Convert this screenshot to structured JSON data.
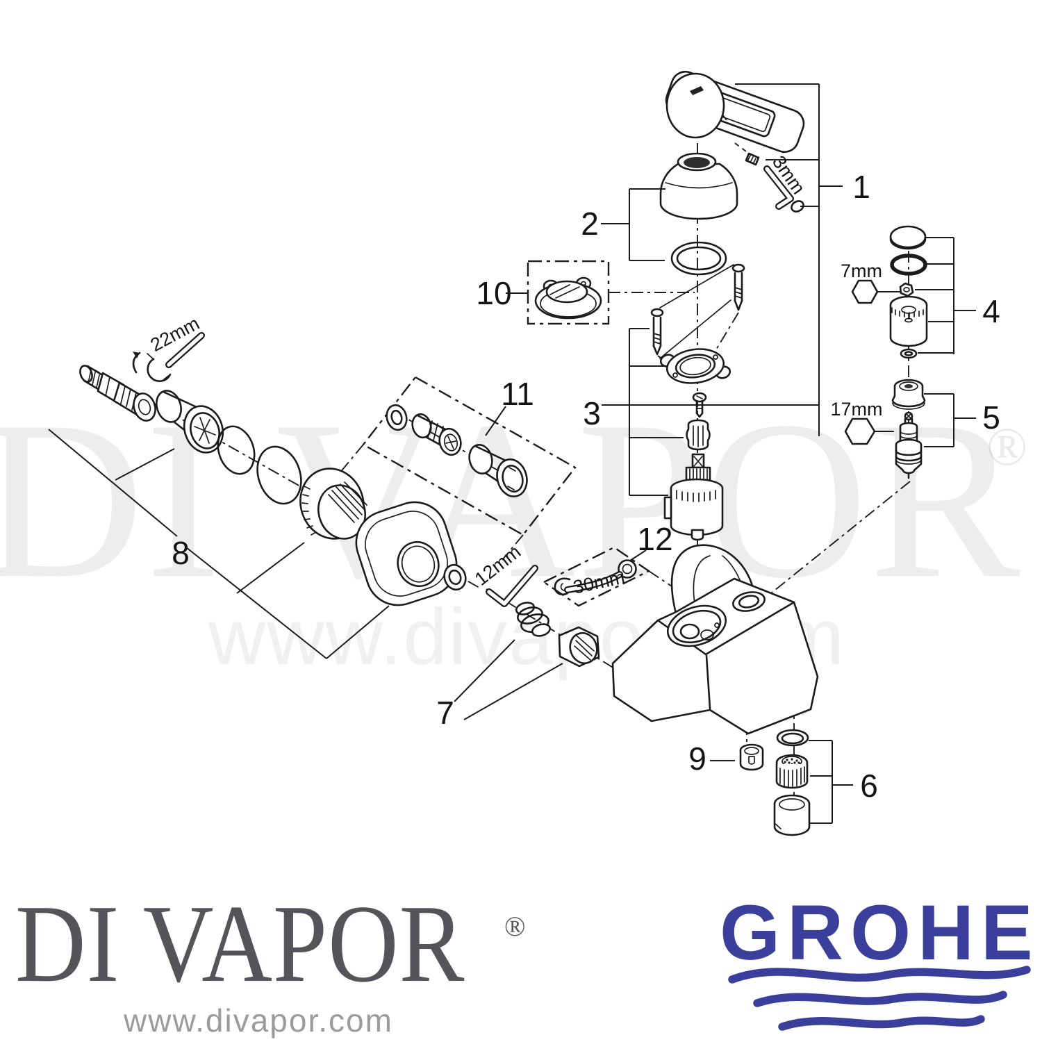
{
  "diagram": {
    "parts": {
      "p1": "1",
      "p2": "2",
      "p3": "3",
      "p4": "4",
      "p5": "5",
      "p6": "6",
      "p7": "7",
      "p8": "8",
      "p9": "9",
      "p10": "10",
      "p11": "11",
      "p12": "12"
    },
    "tools": {
      "allen_3mm": "3mm",
      "hex_7mm": "7mm",
      "hex_17mm": "17mm",
      "spanner_22mm": "22mm",
      "allen_12mm": "12mm",
      "spanner_30mm": "30mm"
    },
    "line_color": "#1b1b1b"
  },
  "watermark": {
    "brand": "DI VAPOR",
    "registered": "®",
    "url": "www.divapor.com"
  },
  "footer": {
    "divapor": {
      "name": "DI VAPOR",
      "registered": "®",
      "url": "www.divapor.com",
      "color": "#54555a"
    },
    "grohe": {
      "name": "GROHE",
      "brand_color": "#3a3f9c"
    }
  }
}
